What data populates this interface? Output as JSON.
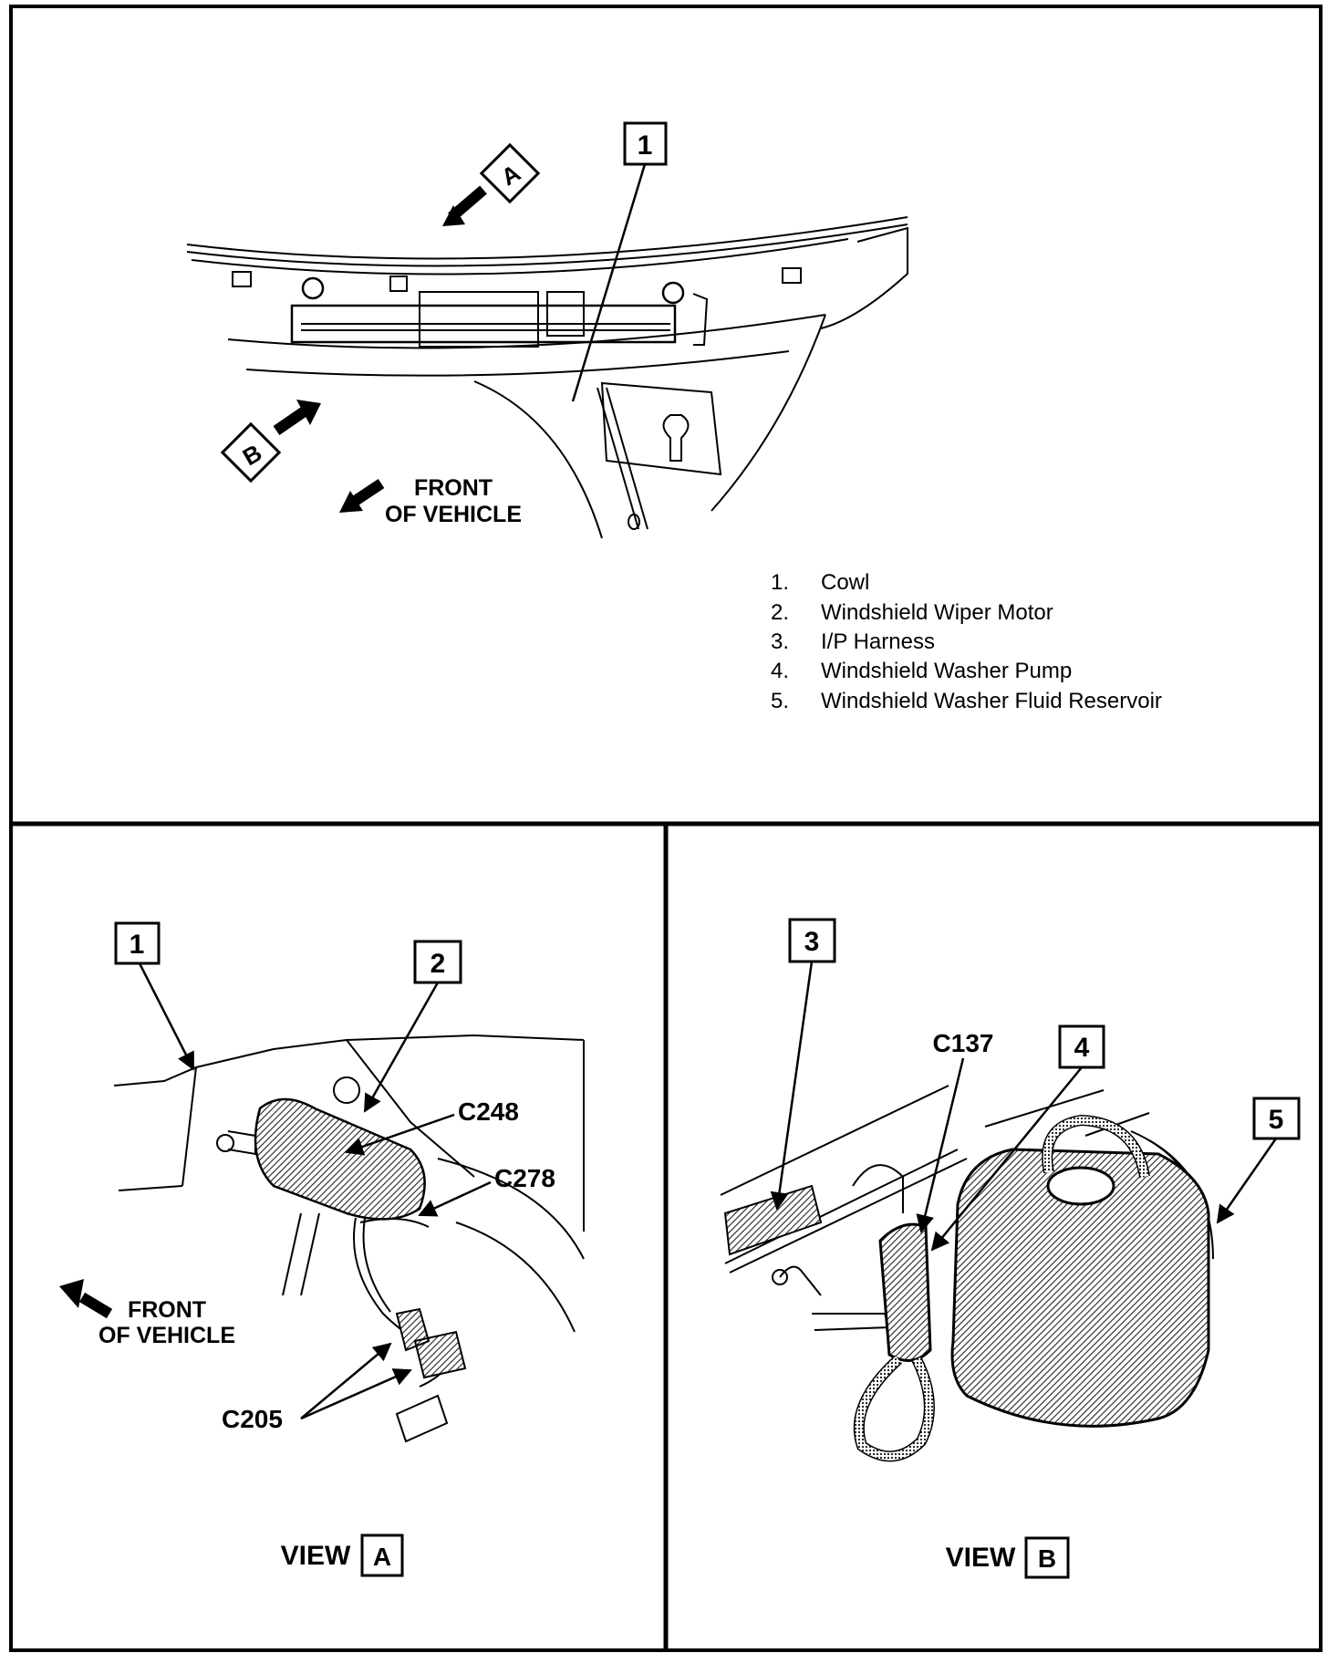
{
  "top_panel": {
    "callouts": {
      "c1": "1",
      "view_a": "A",
      "view_b": "B"
    },
    "front_label": {
      "line1": "FRONT",
      "line2": "OF VEHICLE"
    }
  },
  "legend": [
    {
      "num": "1.",
      "text": "Cowl"
    },
    {
      "num": "2.",
      "text": "Windshield Wiper Motor"
    },
    {
      "num": "3.",
      "text": "I/P Harness"
    },
    {
      "num": "4.",
      "text": "Windshield Washer Pump"
    },
    {
      "num": "5.",
      "text": "Windshield Washer Fluid Reservoir"
    }
  ],
  "view_a": {
    "callouts": {
      "c1": "1",
      "c2": "2"
    },
    "connectors": {
      "c248": "C248",
      "c278": "C278",
      "c205": "C205"
    },
    "front_label": {
      "line1": "FRONT",
      "line2": "OF VEHICLE"
    },
    "caption_word": "VIEW",
    "caption_letter": "A"
  },
  "view_b": {
    "callouts": {
      "c3": "3",
      "c4": "4",
      "c5": "5"
    },
    "connectors": {
      "c137": "C137"
    },
    "caption_word": "VIEW",
    "caption_letter": "B"
  },
  "colors": {
    "ink": "#000000",
    "paper": "#ffffff",
    "hatch": "#555555"
  }
}
